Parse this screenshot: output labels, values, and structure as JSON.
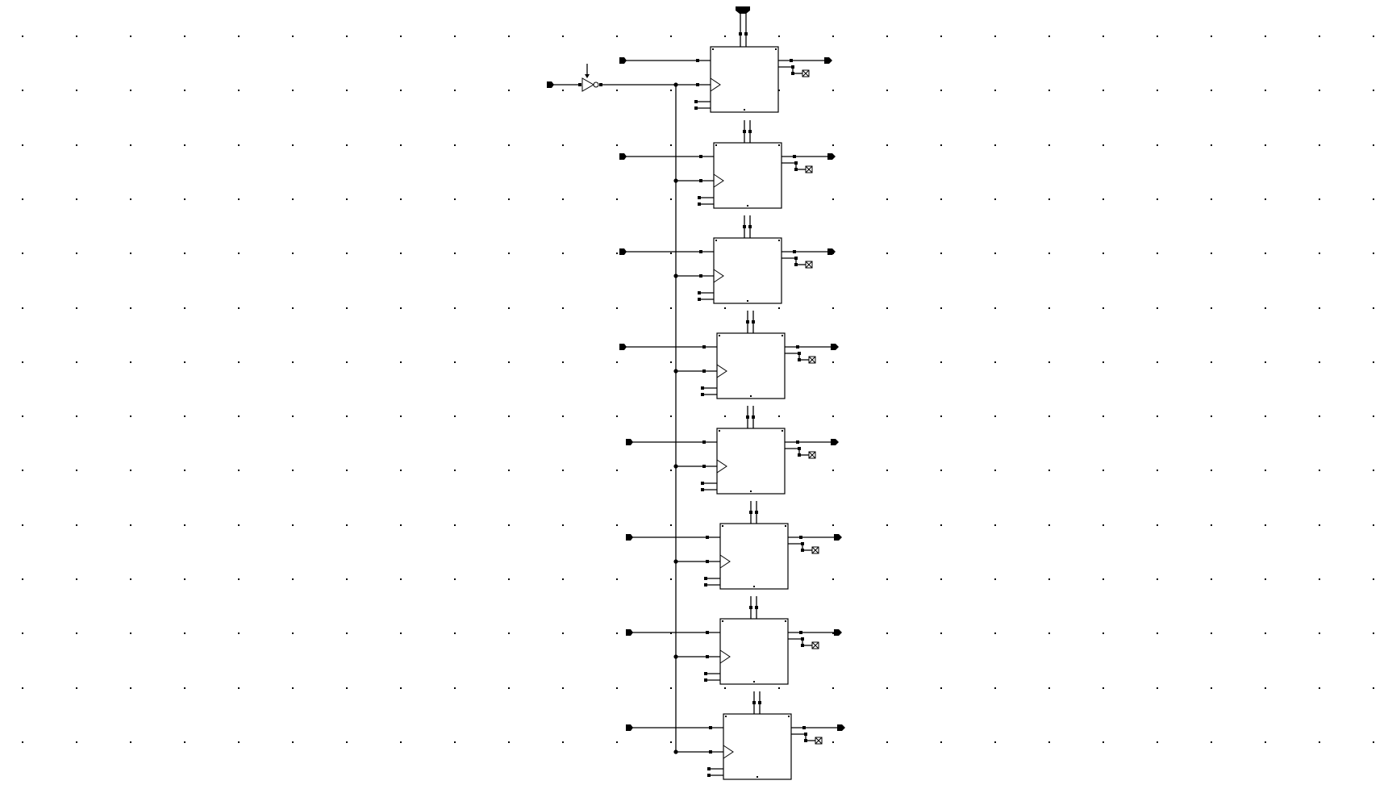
{
  "editor": {
    "background": "#ffffff",
    "grid_dot_color": "#000000",
    "wire_color": "#000000",
    "symbol_stroke_color": "#000000",
    "grid_visible": true
  },
  "schematic": {
    "flip_flop_count": 8,
    "clock_buffer": {
      "type": "inverter-buffer"
    },
    "bus_connector": {
      "type": "top-bus-port"
    },
    "input_ports": 9,
    "output_ports": 8,
    "no_connect_markers": 8
  }
}
